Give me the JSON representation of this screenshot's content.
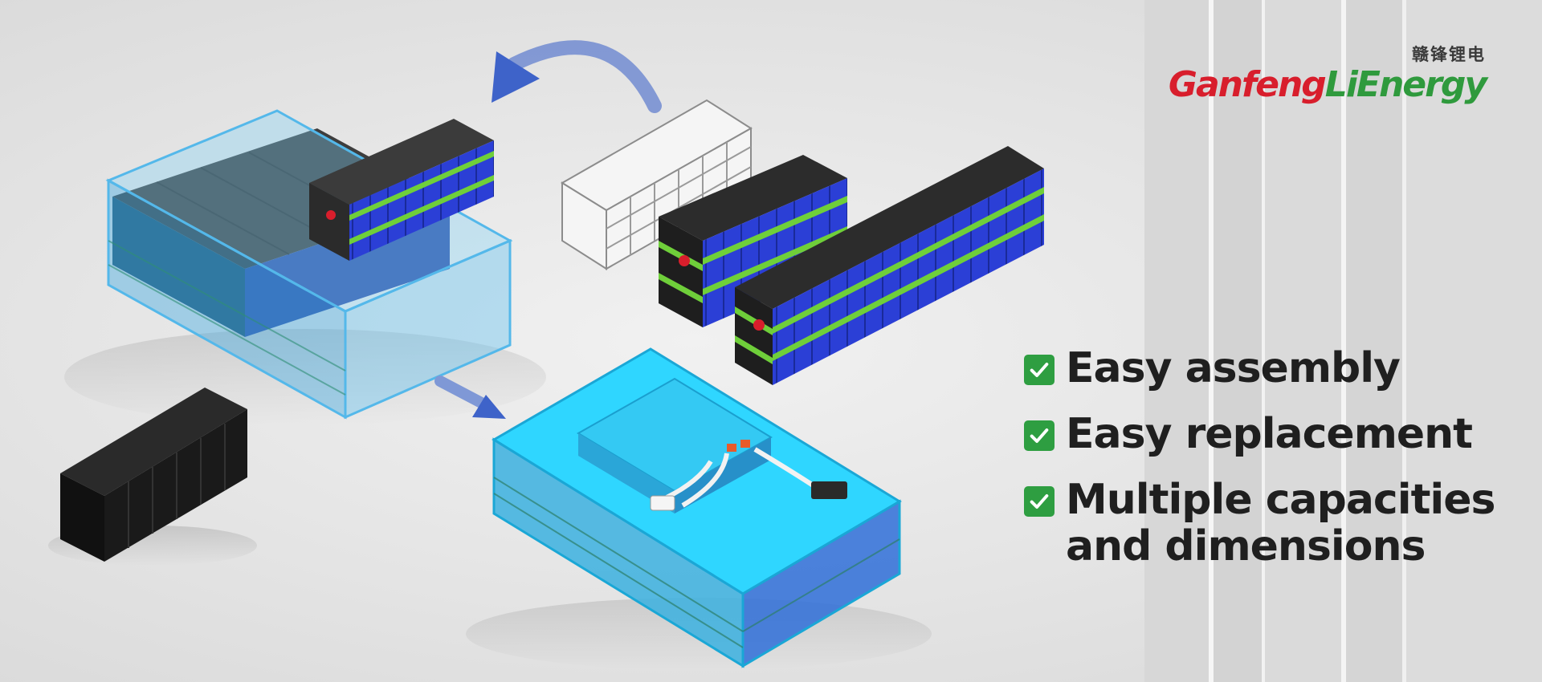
{
  "brand": {
    "name_cn": "赣锋锂电",
    "name_en_part1": "Ganfeng",
    "name_en_part2": "LiEnergy"
  },
  "features": [
    {
      "lines": [
        "Easy assembly"
      ]
    },
    {
      "lines": [
        "Easy replacement"
      ]
    },
    {
      "lines": [
        "Multiple capacities",
        "and dimensions"
      ]
    }
  ],
  "icons": {
    "feature_bullet": "check-mark-icon",
    "rotate_arrow": "curved-arrow-icon",
    "flow_arrow": "arrow-down-right-icon"
  },
  "colors": {
    "background": "#e6e6e6",
    "check_green": "#2e9e41",
    "brand_red": "#d81e2c",
    "brand_green": "#2f9a3d",
    "module_blue": "#2b3fd6",
    "band_green": "#6fcf3a",
    "case_cyan": "#35c8ee",
    "case_bright": "#2fd6ff",
    "arrow_blue": "#3e63c9",
    "text_dark": "#1f1f1f"
  }
}
